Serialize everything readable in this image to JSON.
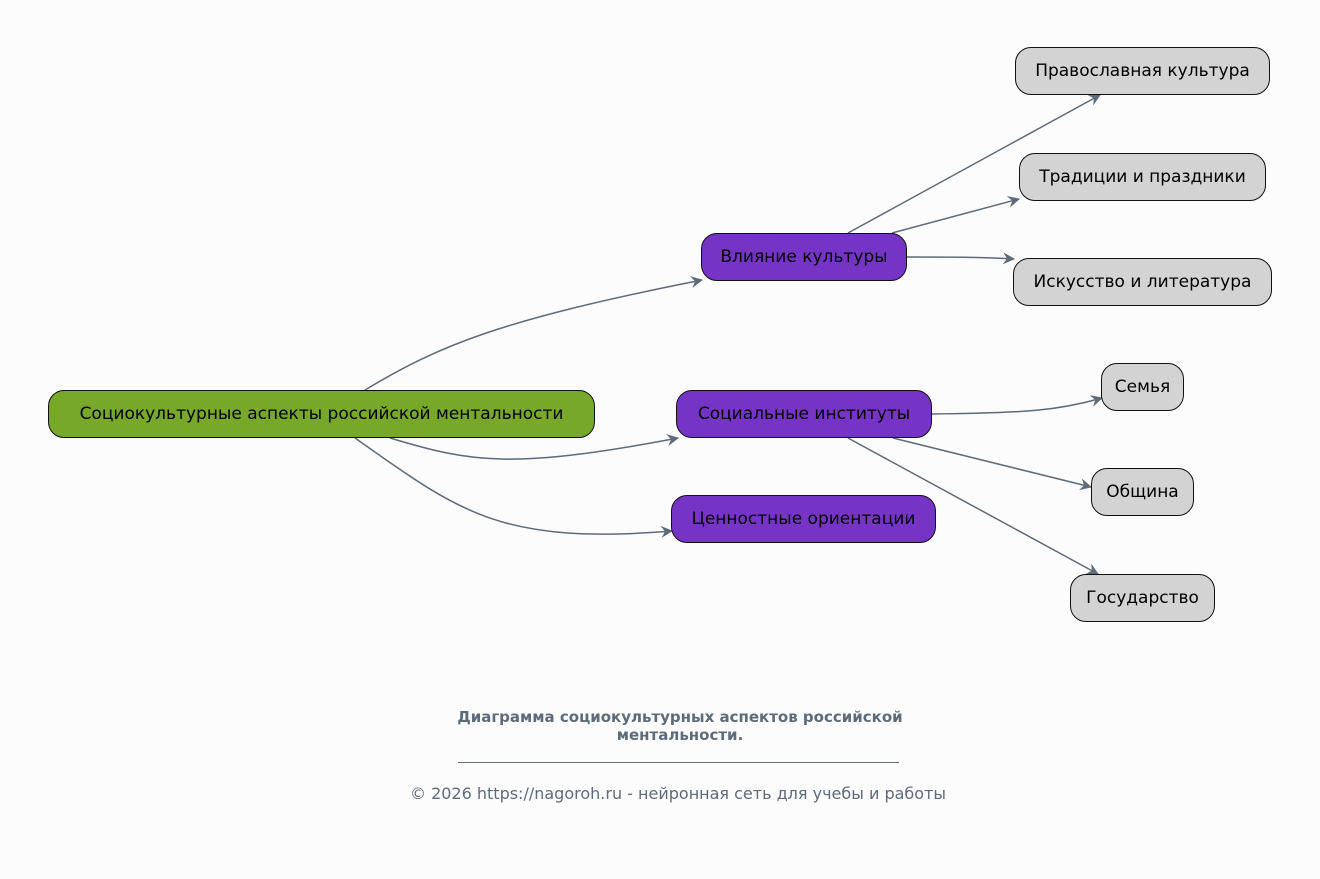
{
  "diagram": {
    "root": {
      "label": "Социокультурные аспекты российской ментальности",
      "color": "#77a829"
    },
    "branches": [
      {
        "label": "Влияние культуры",
        "color": "#7634c6",
        "children": [
          "Православная культура",
          "Традиции и праздники",
          "Искусство и литература"
        ]
      },
      {
        "label": "Социальные институты",
        "color": "#7634c6",
        "children": [
          "Семья",
          "Община",
          "Государство"
        ]
      },
      {
        "label": "Ценностные ориентации",
        "color": "#7634c6",
        "children": []
      }
    ],
    "leaf_color": "#d3d3d3",
    "edge_color": "#5d6b7a"
  },
  "caption": {
    "title_line1": "Диаграмма социокультурных аспектов российской",
    "title_line2": "ментальности.",
    "copyright_prefix": "© 2026 https://nagoroh.ru",
    "copyright_sep": "-",
    "copyright_suffix": "нейронная сеть для учебы и работы"
  }
}
